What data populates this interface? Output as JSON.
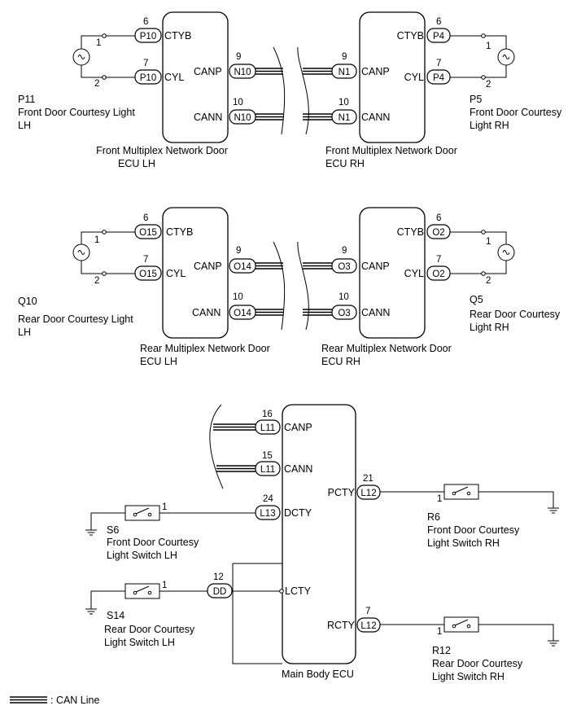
{
  "front_lh_ecu": {
    "name_line1": "Front Multiplex Network Door",
    "name_line2": "ECU LH",
    "conn_light": "P10",
    "conn_can": "N10",
    "pin_ctyb": "6",
    "pin_cyl": "7",
    "pin_canp": "9",
    "pin_cann": "10",
    "term_ctyb": "CTYB",
    "term_cyl": "CYL",
    "term_canp": "CANP",
    "term_cann": "CANN",
    "light_pin1": "1",
    "light_pin2": "2",
    "light_code": "P11",
    "light_line1": "Front Door Courtesy Light",
    "light_line2": "LH"
  },
  "front_rh_ecu": {
    "name_line1": "Front Multiplex Network Door",
    "name_line2": "ECU RH",
    "conn_light": "P4",
    "conn_can": "N1",
    "pin_ctyb": "6",
    "pin_cyl": "7",
    "pin_canp": "9",
    "pin_cann": "10",
    "term_ctyb": "CTYB",
    "term_cyl": "CYL",
    "term_canp": "CANP",
    "term_cann": "CANN",
    "light_pin1": "1",
    "light_pin2": "2",
    "light_code": "P5",
    "light_line1": "Front Door Courtesy",
    "light_line2": "Light RH"
  },
  "rear_lh_ecu": {
    "name_line1": "Rear Multiplex Network Door",
    "name_line2": "ECU LH",
    "conn_light": "O15",
    "conn_can": "O14",
    "pin_ctyb": "6",
    "pin_cyl": "7",
    "pin_canp": "9",
    "pin_cann": "10",
    "term_ctyb": "CTYB",
    "term_cyl": "CYL",
    "term_canp": "CANP",
    "term_cann": "CANN",
    "light_pin1": "1",
    "light_pin2": "2",
    "light_code": "Q10",
    "light_line1": "Rear Door Courtesy Light",
    "light_line2": "LH"
  },
  "rear_rh_ecu": {
    "name_line1": "Rear Multiplex Network Door",
    "name_line2": "ECU RH",
    "conn_light": "O2",
    "conn_can": "O3",
    "pin_ctyb": "6",
    "pin_cyl": "7",
    "pin_canp": "9",
    "pin_cann": "10",
    "term_ctyb": "CTYB",
    "term_cyl": "CYL",
    "term_canp": "CANP",
    "term_cann": "CANN",
    "light_pin1": "1",
    "light_pin2": "2",
    "light_code": "Q5",
    "light_line1": "Rear Door Courtesy",
    "light_line2": "Light RH"
  },
  "main_body_ecu": {
    "name": "Main Body ECU",
    "conn_can": "L11",
    "pin_canp": "16",
    "pin_cann": "15",
    "term_canp": "CANP",
    "term_cann": "CANN",
    "dcty_conn": "L13",
    "dcty_pin": "24",
    "dcty_term": "DCTY",
    "lcty_conn": "DD",
    "lcty_pin": "12",
    "lcty_term": "LCTY",
    "pcty_conn": "L12",
    "pcty_pin": "21",
    "pcty_term": "PCTY",
    "rcty_conn": "L12",
    "rcty_pin": "7",
    "rcty_term": "RCTY"
  },
  "switches": {
    "s6": {
      "code": "S6",
      "line1": "Front Door Courtesy",
      "line2": "Light Switch LH",
      "pin": "1"
    },
    "s14": {
      "code": "S14",
      "line1": "Rear Door Courtesy",
      "line2": "Light Switch LH",
      "pin": "1"
    },
    "r6": {
      "code": "R6",
      "line1": "Front Door Courtesy",
      "line2": "Light Switch RH",
      "pin": "1"
    },
    "r12": {
      "code": "R12",
      "line1": "Rear Door Courtesy",
      "line2": "Light Switch RH",
      "pin": "1"
    }
  },
  "legend": {
    "text": ": CAN Line"
  }
}
